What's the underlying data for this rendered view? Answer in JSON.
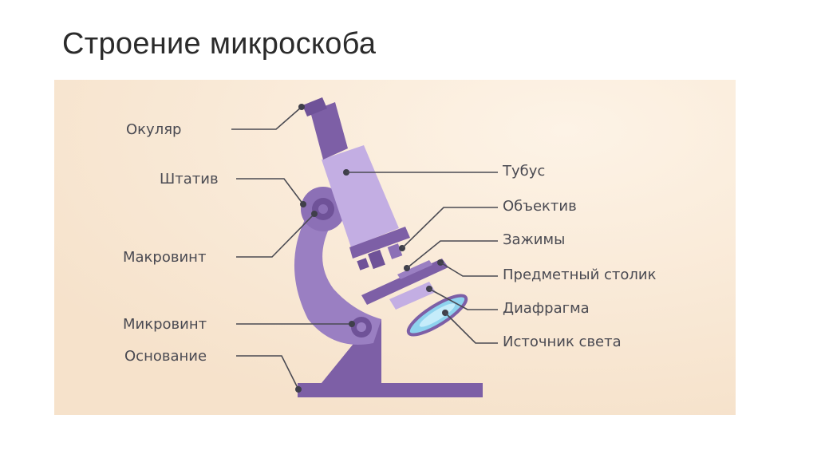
{
  "title": "Строение микроскоба",
  "labels": {
    "eyepiece": "Окуляр",
    "stand": "Штатив",
    "coarse_focus": "Макровинт",
    "fine_focus": "Микровинт",
    "base": "Основание",
    "tube": "Тубус",
    "objective": "Объектив",
    "clips": "Зажимы",
    "stage": "Предметный столик",
    "diaphragm": "Диафрагма",
    "light_source": "Источник света"
  },
  "colors": {
    "background_panel": "#f8e7d3",
    "purple_dark": "#7d5fa6",
    "purple_mid": "#9a7fc2",
    "purple_light": "#c3aee3",
    "mirror_blue": "#8ed3ee",
    "text": "#4a4a52"
  }
}
